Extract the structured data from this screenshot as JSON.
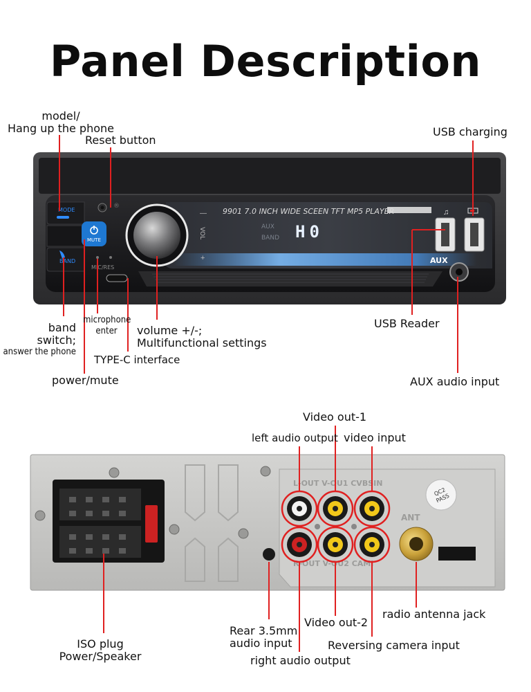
{
  "title": "Panel Description",
  "front_panel": {
    "display_title": "9901  7.0 INCH WIDE SCEEN TFT MP5 PLAYER",
    "display_readout": "H0",
    "mode_btn": "MODE",
    "mute_btn": "MUTE",
    "band_btn": "BAND",
    "aux_port": "AUX",
    "mic_res": "MIC/RES",
    "vol_mark": "VOL",
    "labels": {
      "model_line1": "model/",
      "model_line2": "Hang up the phone",
      "reset": "Reset button",
      "usb_charging": "USB charging",
      "band_line1": "band",
      "band_line2": "switch;",
      "band_line3": "answer the phone",
      "mic_line1": "microphone",
      "mic_line2": "enter",
      "volume_line1": "volume +/-;",
      "volume_line2": "Multifunctional settings",
      "typec": "TYPE-C interface",
      "power": "power/mute",
      "usb_reader": "USB Reader",
      "aux_input": "AUX audio input"
    }
  },
  "rear_panel": {
    "stamp": "QC2 PASS",
    "ant": "ANT",
    "top_print": "L-OUT  V-OU1  CVBSIN",
    "bottom_print": "R-OUT  V-OU2  CAMI",
    "labels": {
      "video_out1": "Video out-1",
      "left_audio": "left audio output",
      "video_input": "video input",
      "iso_line1": "ISO plug",
      "iso_line2": "Power/Speaker",
      "rear_line1": "Rear 3.5mm",
      "rear_line2": "audio input",
      "video_out2": "Video out-2",
      "radio_ant": "radio antenna jack",
      "reversing": "Reversing camera input",
      "right_audio": "right audio output"
    }
  },
  "colors": {
    "accent_red": "#e02020",
    "button_blue": "#1e78d2",
    "display_glow": "#4da3ff",
    "panel_dark": "#1c1c1e",
    "rear_metal": "#c9c9c7",
    "rca_yellow": "#f2c81a"
  }
}
